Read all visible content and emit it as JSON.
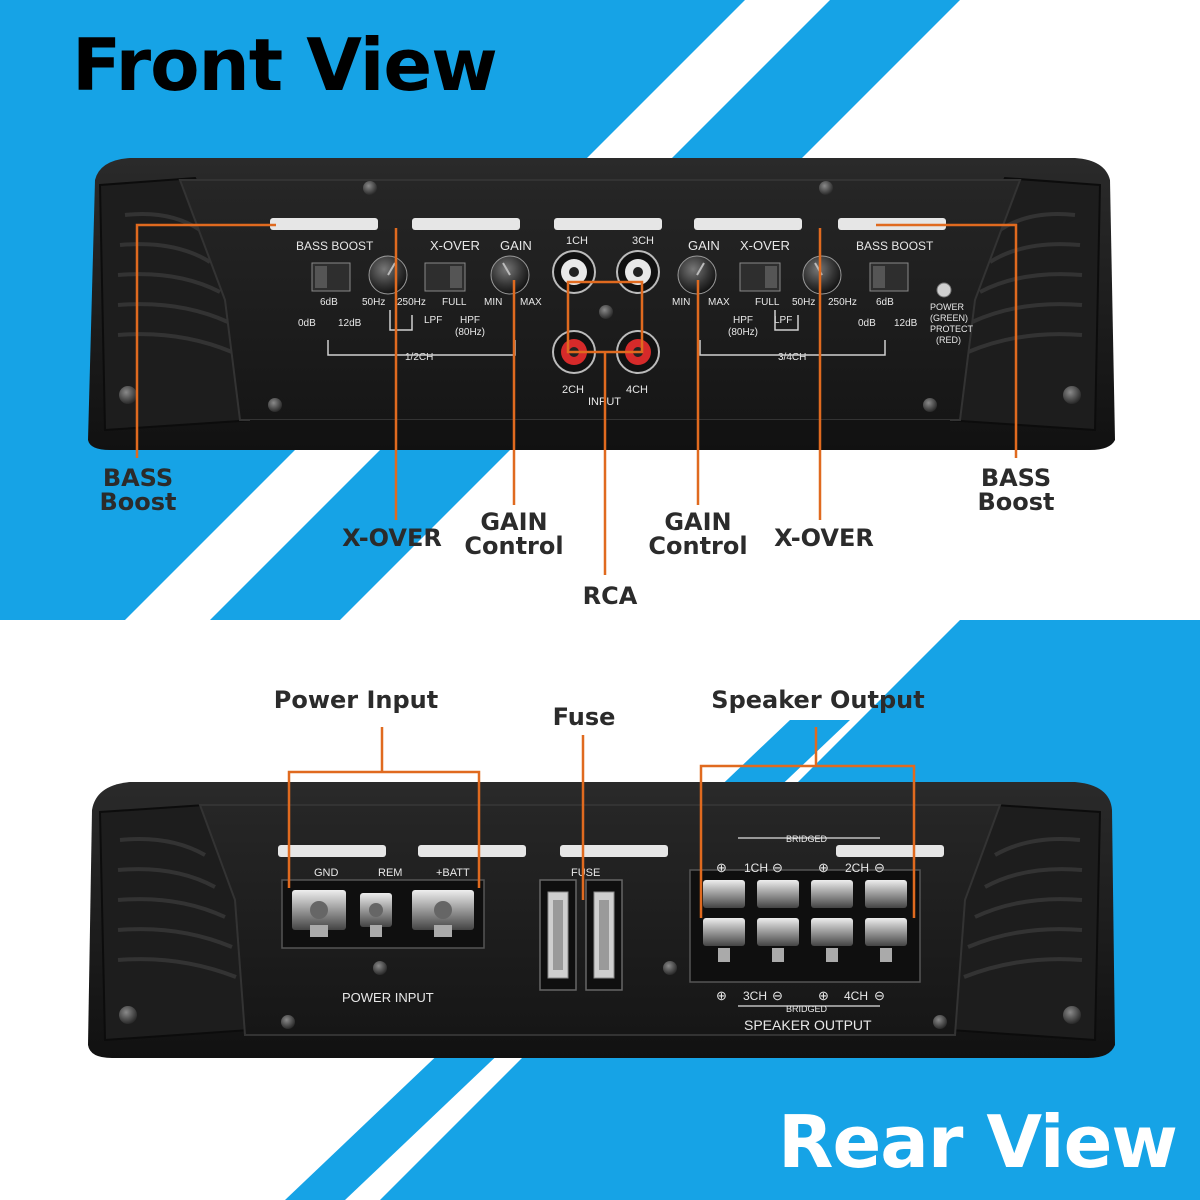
{
  "colors": {
    "sky_blue": "#16a3e6",
    "accent_orange": "#e06a1f",
    "amp_body": "#1b1b1b",
    "callout_text": "#2b2b2b"
  },
  "front": {
    "title": "Front View",
    "panel": {
      "bass_boost": "BASS BOOST",
      "x_over": "X-OVER",
      "gain": "GAIN",
      "ch1": "1CH",
      "ch3": "3CH",
      "ch2": "2CH",
      "ch4": "4CH",
      "input": "INPUT",
      "db0": "0dB",
      "db6": "6dB",
      "db12": "12dB",
      "hz50": "50Hz",
      "hz250": "250Hz",
      "lpf": "LPF",
      "full": "FULL",
      "hpf_l1": "HPF",
      "hpf_l2": "(80Hz)",
      "min": "MIN",
      "max": "MAX",
      "group_left": "1/2CH",
      "group_right": "3/4CH",
      "status_l1": "POWER",
      "status_l2": "(GREEN)",
      "status_l3": "PROTECT",
      "status_l4": "(RED)"
    },
    "callouts": {
      "bass_left_l1": "BASS",
      "bass_left_l2": "Boost",
      "xover_left": "X-OVER",
      "gain_left_l1": "GAIN",
      "gain_left_l2": "Control",
      "rca": "RCA",
      "gain_right_l1": "GAIN",
      "gain_right_l2": "Control",
      "xover_right": "X-OVER",
      "bass_right_l1": "BASS",
      "bass_right_l2": "Boost"
    }
  },
  "rear": {
    "title": "Rear View",
    "panel": {
      "gnd": "GND",
      "rem": "REM",
      "batt": "+BATT",
      "power_input": "POWER INPUT",
      "fuse": "FUSE",
      "bridged": "BRIDGED",
      "ch1": "1CH",
      "ch2": "2CH",
      "ch3": "3CH",
      "ch4": "4CH",
      "speaker_output": "SPEAKER OUTPUT",
      "plus": "⊕",
      "minus": "⊖"
    },
    "callouts": {
      "power_input": "Power Input",
      "fuse": "Fuse",
      "speaker_output": "Speaker Output"
    }
  }
}
